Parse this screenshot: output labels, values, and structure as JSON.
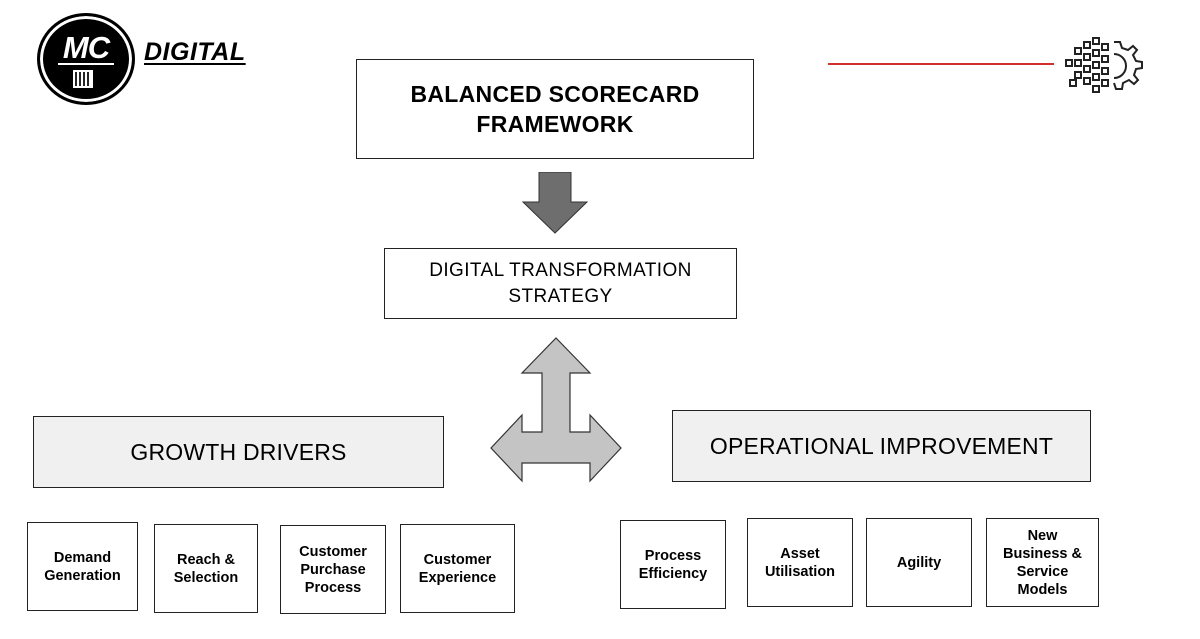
{
  "brand": {
    "logo_text": "MC",
    "name": "DIGITAL"
  },
  "diagram": {
    "title": "BALANCED SCORECARD\nFRAMEWORK",
    "strategy": "DIGITAL TRANSFORMATION\nSTRATEGY",
    "left_category": "GROWTH DRIVERS",
    "right_category": "OPERATIONAL IMPROVEMENT",
    "growth_items": [
      "Demand\nGeneration",
      "Reach &\nSelection",
      "Customer\nPurchase\nProcess",
      "Customer\nExperience"
    ],
    "operational_items": [
      "Process\nEfficiency",
      "Asset\nUtilisation",
      "Agility",
      "New\nBusiness &\nService\nModels"
    ]
  },
  "colors": {
    "accent_line": "#d32f2f",
    "category_fill": "#f0f0f0",
    "down_arrow": "#6e6e6e",
    "tri_arrow": "#c4c4c4"
  },
  "icons": {
    "top_right": "digital-gear-icon",
    "logo": "mc-digital-logo"
  }
}
